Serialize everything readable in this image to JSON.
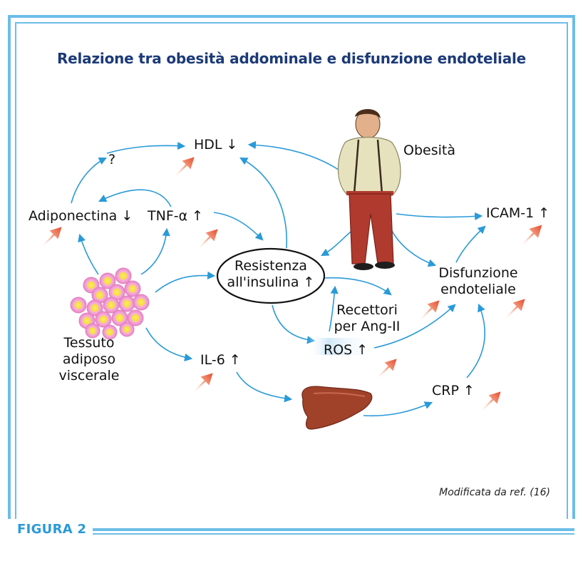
{
  "title": "Relazione tra obesità addominale e disfunzione endoteliale",
  "nodes": {
    "hdl": "HDL ↓",
    "question": "?",
    "obesita": "Obesità",
    "adiponectina": "Adiponectina ↓",
    "tnf": "TNF-α ↑",
    "icam": "ICAM-1 ↑",
    "resistenza_line1": "Resistenza",
    "resistenza_line2": "all'insulina ↑",
    "disfunzione_line1": "Disfunzione",
    "disfunzione_line2": "endoteliale",
    "recettori_line1": "Recettori",
    "recettori_line2": "per Ang-II",
    "ros": "ROS ↑",
    "tessuto_line1": "Tessuto",
    "tessuto_line2": "adiposo",
    "tessuto_line3": "viscerale",
    "il6": "IL-6 ↑",
    "crp": "CRP ↑"
  },
  "source": "Modificata da ref. (16)",
  "figure_label": "FIGURA 2",
  "colors": {
    "frame": "#6cbde8",
    "title": "#1c3a78",
    "arrow": "#2a9ad8",
    "highlight_arrow": "#e8553a",
    "fat_cell": "#f5a7d8",
    "fat_core": "#f7e24a",
    "liver": "#a0412a",
    "trousers": "#b03a2e",
    "shirt": "#e6e2bd"
  }
}
